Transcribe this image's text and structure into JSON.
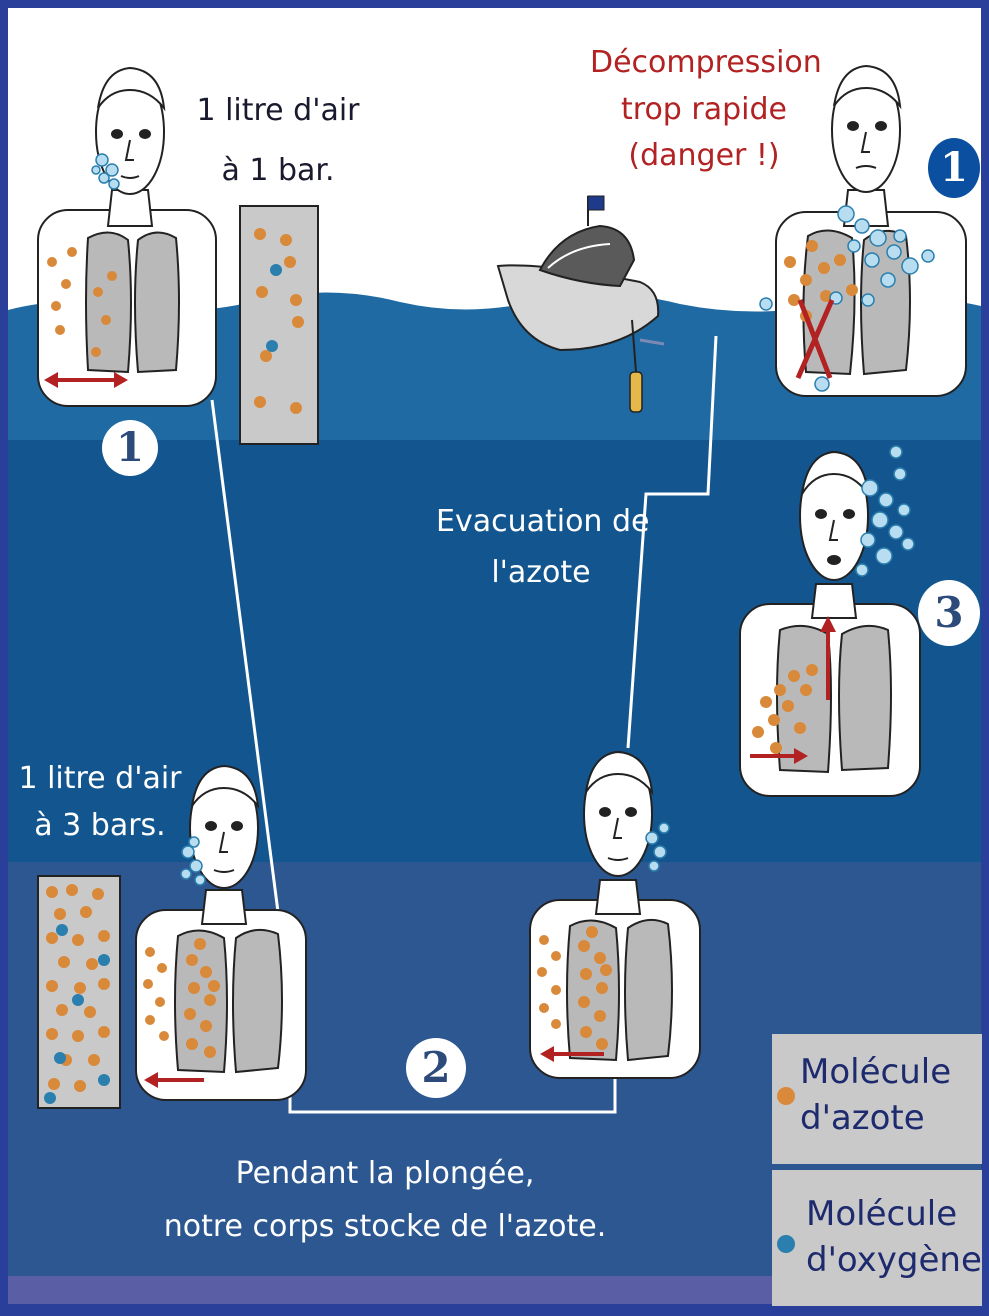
{
  "labels": {
    "air_1bar": [
      "1 litre d'air",
      "à 1 bar."
    ],
    "air_3bars": [
      "1 litre d'air",
      "à 3 bars."
    ],
    "decompression": [
      "Décompression",
      "trop rapide",
      "(danger !)"
    ],
    "evacuation": [
      "Evacuation de",
      "l'azote"
    ],
    "pendant": [
      "Pendant la plongée,",
      "notre corps stocke de l'azote."
    ]
  },
  "steps": {
    "step1_left": "1",
    "step1_right": "1",
    "step2": "2",
    "step3": "3"
  },
  "legend": {
    "azote": [
      "Molécule",
      "d'azote"
    ],
    "oxygene": [
      "Molécule",
      "d'oxygène"
    ]
  },
  "colors": {
    "frame": "#2a3f9a",
    "sky": "#ffffff",
    "water_top": "#1f6aa2",
    "water_mid": "#13568f",
    "water_deep": "#2c5790",
    "seabed": "#5a5fa5",
    "azote": "#d9893a",
    "oxygene": "#2a7fae",
    "danger": "#b22222",
    "number_dark_badge": "#0b4fa0"
  }
}
